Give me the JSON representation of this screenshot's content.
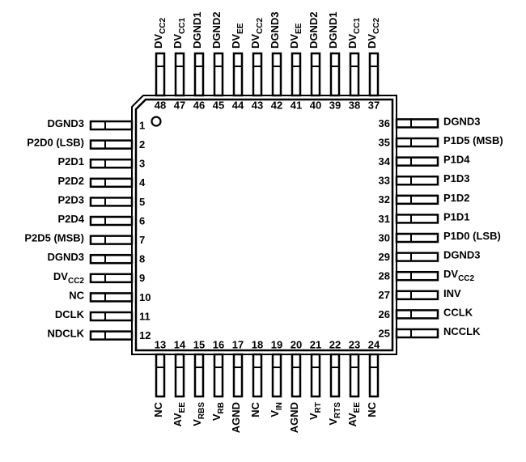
{
  "pins": {
    "left": [
      {
        "num": "1",
        "name": "DGND3"
      },
      {
        "num": "2",
        "name": "P2D0 (LSB)"
      },
      {
        "num": "3",
        "name": "P2D1"
      },
      {
        "num": "4",
        "name": "P2D2"
      },
      {
        "num": "5",
        "name": "P2D3"
      },
      {
        "num": "6",
        "name": "P2D4"
      },
      {
        "num": "7",
        "name": "P2D5 (MSB)"
      },
      {
        "num": "8",
        "name": "DGND3"
      },
      {
        "num": "9",
        "name": "DV",
        "sub": "CC2"
      },
      {
        "num": "10",
        "name": "NC"
      },
      {
        "num": "11",
        "name": "DCLK"
      },
      {
        "num": "12",
        "name": "NDCLK"
      }
    ],
    "bottom": [
      {
        "num": "13",
        "name": "NC"
      },
      {
        "num": "14",
        "name": "AV",
        "sub": "EE"
      },
      {
        "num": "15",
        "name": "V",
        "sub": "RBS"
      },
      {
        "num": "16",
        "name": "V",
        "sub": "RB"
      },
      {
        "num": "17",
        "name": "AGND"
      },
      {
        "num": "18",
        "name": "NC"
      },
      {
        "num": "19",
        "name": "V",
        "sub": "IN"
      },
      {
        "num": "20",
        "name": "AGND"
      },
      {
        "num": "21",
        "name": "V",
        "sub": "RT"
      },
      {
        "num": "22",
        "name": "V",
        "sub": "RTS"
      },
      {
        "num": "23",
        "name": "AV",
        "sub": "EE"
      },
      {
        "num": "24",
        "name": "NC"
      }
    ],
    "right": [
      {
        "num": "25",
        "name": "NCCLK"
      },
      {
        "num": "26",
        "name": "CCLK"
      },
      {
        "num": "27",
        "name": "INV"
      },
      {
        "num": "28",
        "name": "DV",
        "sub": "CC2"
      },
      {
        "num": "29",
        "name": "DGND3"
      },
      {
        "num": "30",
        "name": "P1D0 (LSB)"
      },
      {
        "num": "31",
        "name": "P1D1"
      },
      {
        "num": "32",
        "name": "P1D2"
      },
      {
        "num": "33",
        "name": "P1D3"
      },
      {
        "num": "34",
        "name": "P1D4"
      },
      {
        "num": "35",
        "name": "P1D5 (MSB)"
      },
      {
        "num": "36",
        "name": "DGND3"
      }
    ],
    "top": [
      {
        "num": "37",
        "name": "DV",
        "sub": "CC2"
      },
      {
        "num": "38",
        "name": "DV",
        "sub": "CC1"
      },
      {
        "num": "39",
        "name": "DGND1"
      },
      {
        "num": "40",
        "name": "DGND2"
      },
      {
        "num": "41",
        "name": "DV",
        "sub": "EE"
      },
      {
        "num": "42",
        "name": "DGND3"
      },
      {
        "num": "43",
        "name": "DV",
        "sub": "CC2"
      },
      {
        "num": "44",
        "name": "DV",
        "sub": "EE"
      },
      {
        "num": "45",
        "name": "DGND2"
      },
      {
        "num": "46",
        "name": "DGND1"
      },
      {
        "num": "47",
        "name": "DV",
        "sub": "CC1"
      },
      {
        "num": "48",
        "name": "DV",
        "sub": "CC2"
      }
    ]
  }
}
